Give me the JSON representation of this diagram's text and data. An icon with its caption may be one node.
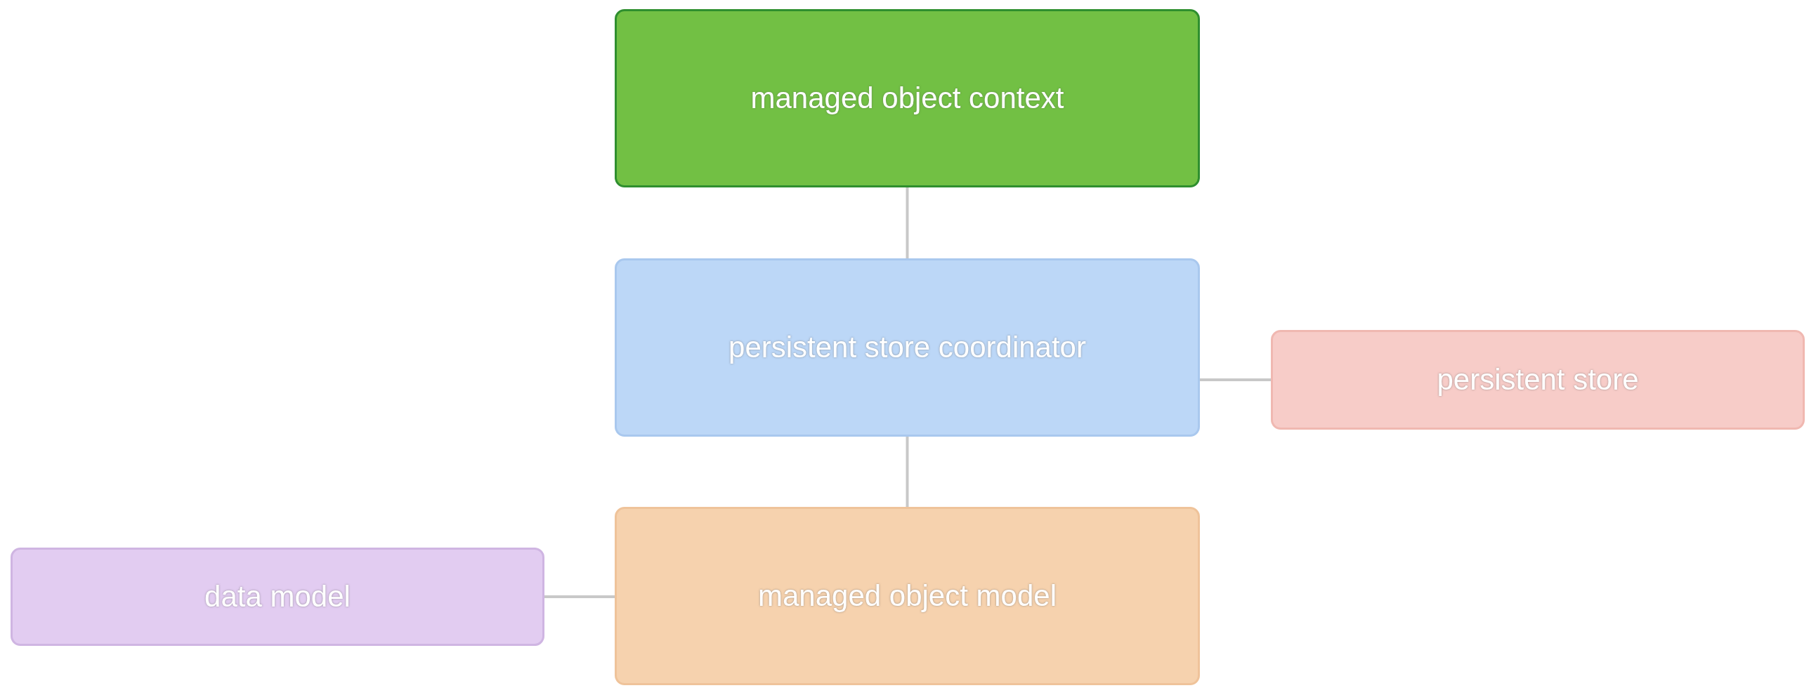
{
  "diagram": {
    "nodes": [
      {
        "text": [
          "managed object context"
        ]
      },
      {
        "text": [
          "persistent store coordinator"
        ]
      },
      {
        "text": [
          "persistent store"
        ]
      },
      {
        "text": [
          "managed object model"
        ]
      },
      {
        "text": [
          "data model"
        ]
      }
    ],
    "edges": [
      {
        "from": 0,
        "to": 1,
        "arrow": "none"
      },
      {
        "from": 1,
        "to": 2,
        "arrow": "none"
      },
      {
        "from": 1,
        "to": 3,
        "arrow": "none"
      },
      {
        "from": 3,
        "to": 4,
        "arrow": "none"
      }
    ]
  }
}
